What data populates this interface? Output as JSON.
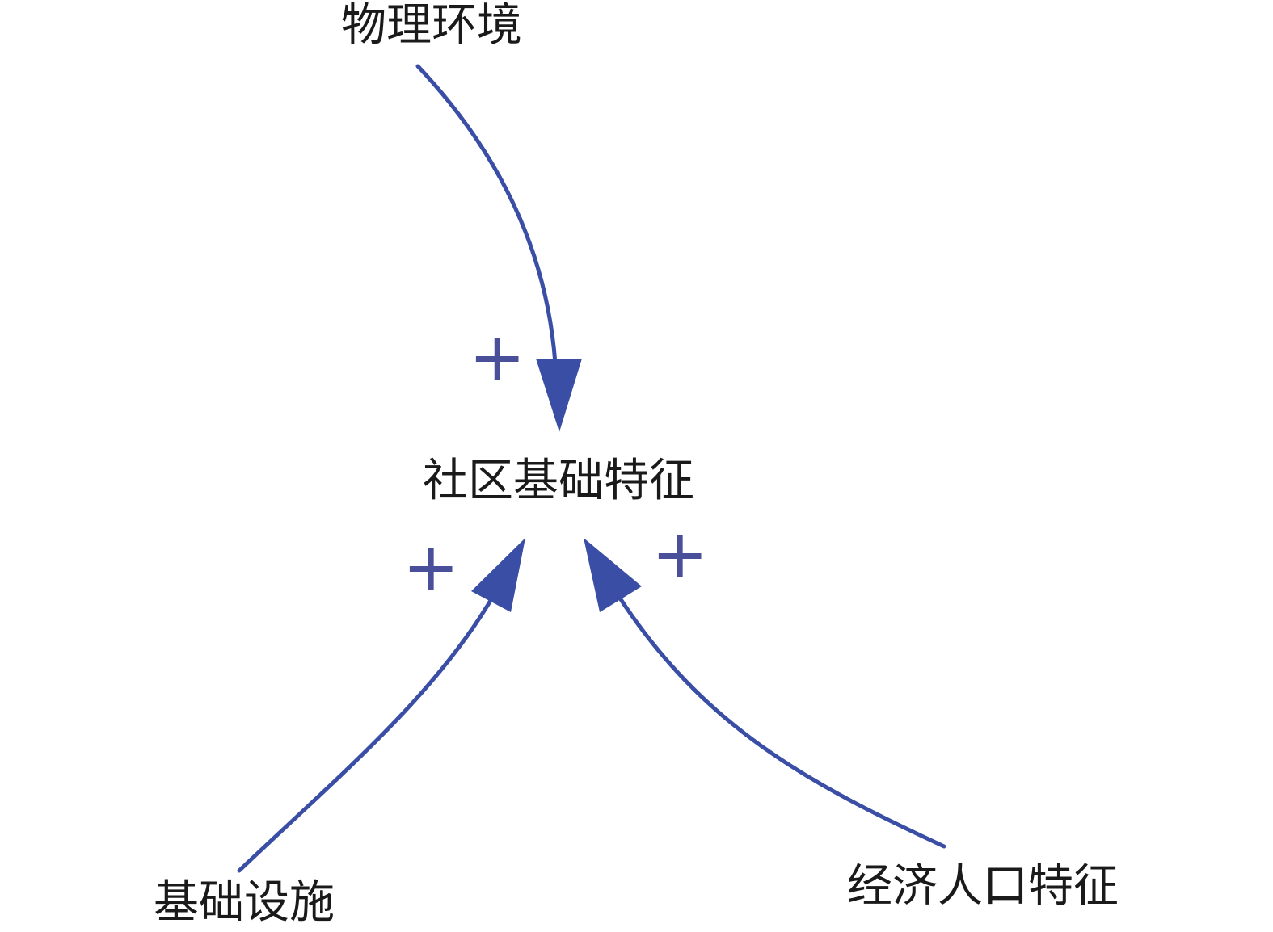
{
  "diagram": {
    "nodes": {
      "top": "物理环境",
      "center": "社区基础特征",
      "left": "基础设施",
      "right": "经济人口特征"
    },
    "links": [
      {
        "from": "物理环境",
        "to": "社区基础特征",
        "sign": "+"
      },
      {
        "from": "基础设施",
        "to": "社区基础特征",
        "sign": "+"
      },
      {
        "from": "经济人口特征",
        "to": "社区基础特征",
        "sign": "+"
      }
    ]
  },
  "colors": {
    "arrow": "#3a4ea6",
    "text": "#1a1a1a",
    "sign": "#4a4f9a"
  }
}
